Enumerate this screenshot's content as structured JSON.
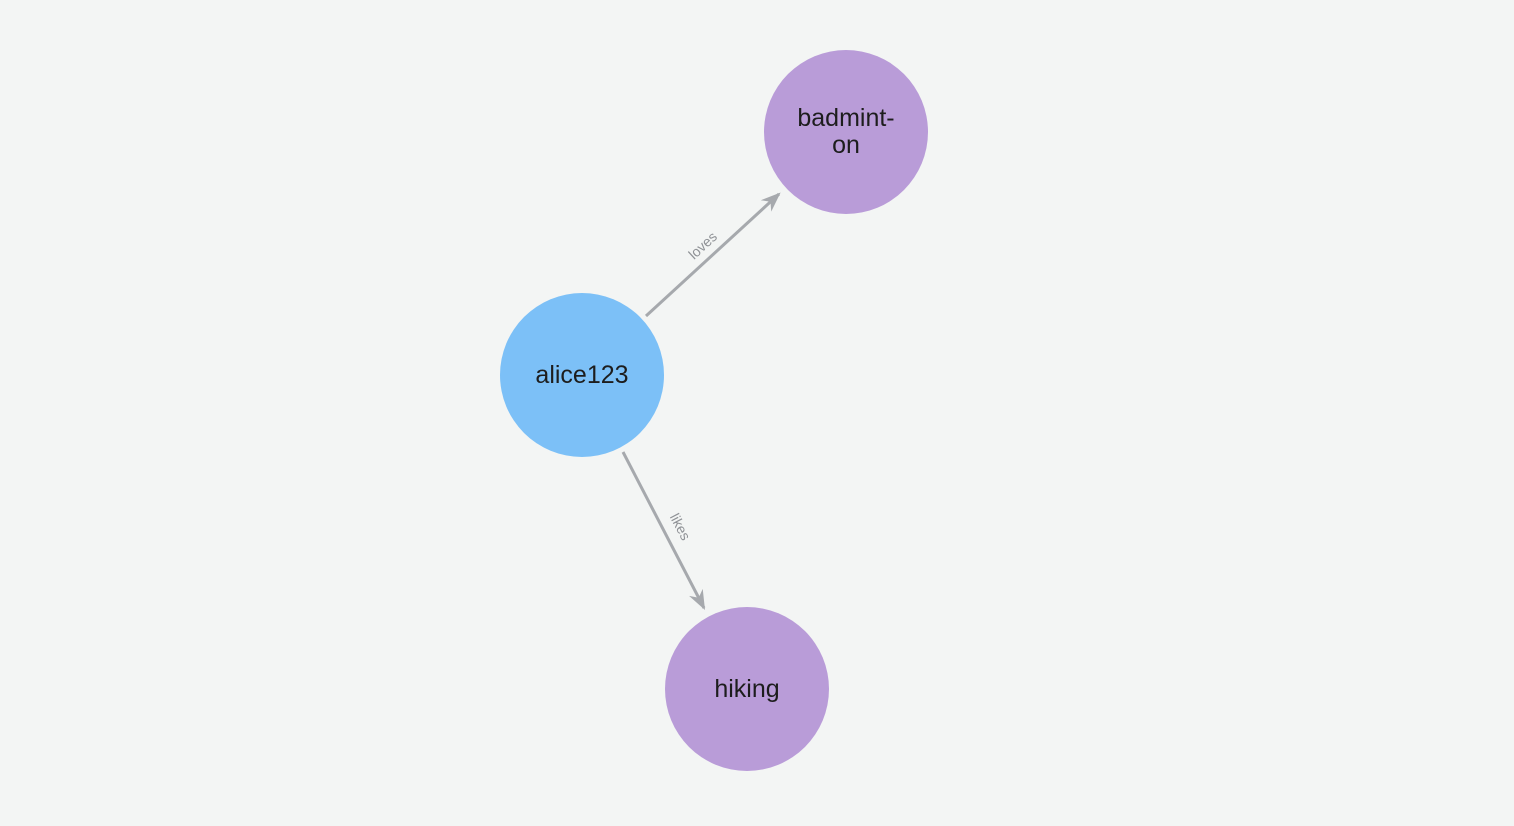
{
  "canvas": {
    "background_color": "#f3f5f4"
  },
  "palette": {
    "person_node_color": "#7cc0f7",
    "hobby_node_color": "#b99cd8",
    "edge_color": "#a6a9ad",
    "edge_label_color": "#8f9296",
    "node_label_color": "#1d1d1d"
  },
  "graph": {
    "nodes": [
      {
        "id": "alice123",
        "label": "alice123",
        "color": "#7cc0f7"
      },
      {
        "id": "badminton",
        "label": "badmint-\non",
        "color": "#b99cd8"
      },
      {
        "id": "hiking",
        "label": "hiking",
        "color": "#b99cd8"
      }
    ],
    "edges": [
      {
        "label": "loves",
        "from": "alice123",
        "to": "badminton",
        "color": "#a6a9ad"
      },
      {
        "label": "likes",
        "from": "alice123",
        "to": "hiking",
        "color": "#a6a9ad"
      }
    ]
  }
}
